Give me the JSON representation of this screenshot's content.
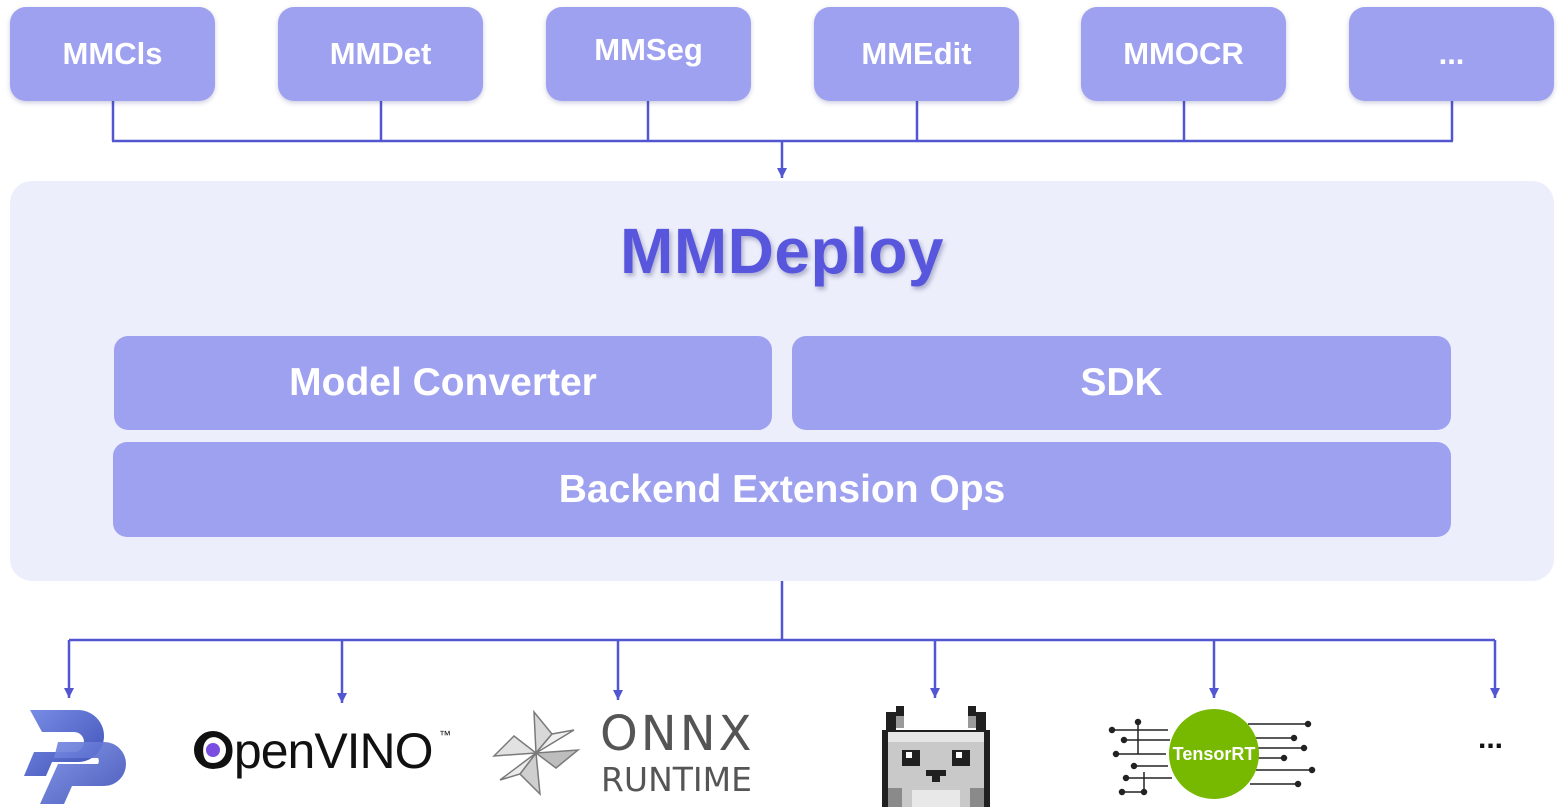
{
  "frameworks": [
    {
      "label": "MMCls"
    },
    {
      "label": "MMDet"
    },
    {
      "label": "MMSeg"
    },
    {
      "label": "MMEdit"
    },
    {
      "label": "MMOCR"
    },
    {
      "label": "..."
    }
  ],
  "core": {
    "title": "MMDeploy",
    "model_converter": "Model Converter",
    "sdk": "SDK",
    "backend_ops": "Backend Extension Ops"
  },
  "backends": {
    "ppl": {
      "icon": "ppl-logo-icon"
    },
    "openvino": {
      "text": "OpenVINO",
      "mark": "™"
    },
    "onnx": {
      "line1": "ONNX",
      "line2": "RUNTIME"
    },
    "ncnn": {
      "icon": "ncnn-cat-icon"
    },
    "tensorrt": {
      "text": "TensorRT"
    },
    "more": {
      "text": "..."
    }
  },
  "colors": {
    "box": "#9ea1ef",
    "panel": "#eceefb",
    "title": "#5856dc",
    "connector": "#5256d0",
    "tensorrt_green": "#76b900"
  }
}
